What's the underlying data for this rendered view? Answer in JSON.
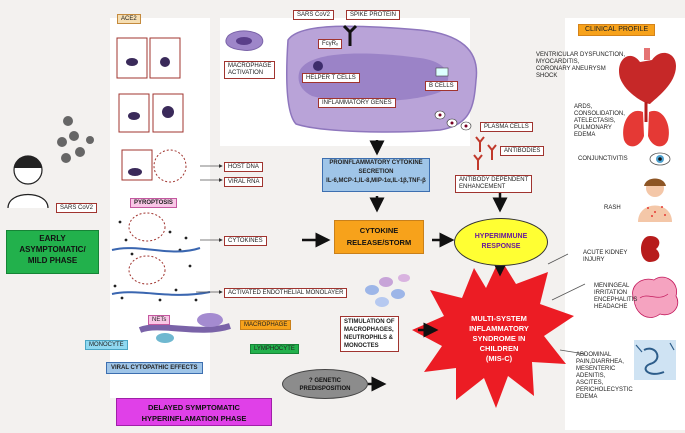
{
  "labels": {
    "ace2": "ACE2",
    "sars_cov2_top": "SARS CoV2",
    "spike_protein": "SPIKE PROTEIN",
    "fcyr": "FcγRₓ",
    "macrophage_activation": [
      "MACROPHAGE",
      "ACTIVATION"
    ],
    "helper_t_cells": "HELPER T CELLS",
    "b_cells": "B CELLS",
    "inflammatory_genes": "INFLAMMATORY GENES",
    "plasma_cells": "PLASMA CELLS",
    "antibodies": "ANTIBODIES",
    "ade": [
      "ANTIBODY DEPENDENT",
      "ENHANCEMENT"
    ],
    "clinical_profile": "CLINICAL PROFILE",
    "sars_cov2_left": "SARS CoV2",
    "early_phase": [
      "EARLY",
      "ASYMPTOMATIC/",
      "MILD PHASE"
    ],
    "pyroptosis": "PYROPTOSIS",
    "host_dna": "HOST DNA",
    "viral_rna": "VIRAL RNA",
    "proinflammatory": [
      "PROINFLAMMATORY CYTOKINE",
      "SECRETION",
      "IL-6,MCP-1,IL-8,MIP-1α,IL-1β,TNF-β"
    ],
    "cytokines": "CYTOKINES",
    "cytokine_storm": [
      "CYTOKINE",
      "RELEASE/STORM"
    ],
    "hyperimmune": [
      "HYPERIMMUNE",
      "RESPONSE"
    ],
    "endothelial": "ACTIVATED ENDOTHELIAL MONOLAYER",
    "nets": "NETs",
    "macrophage": "MACROPHAGE",
    "monocyte": "MONOCYTE",
    "lymphocyte": "LYMPHOCYTE",
    "stimulation": [
      "STIMULATION OF",
      "MACROPHAGES,",
      "NEUTROPHILS &",
      "MONOCTES"
    ],
    "viral_cytopathic": "VIRAL CYTOPATHIC EFFECTS",
    "genetic": [
      "? GENETIC",
      "PREDISPOSITION"
    ],
    "delayed_phase": [
      "DELAYED SYMPTOMATIC",
      "HYPERINFLAMATION  PHASE"
    ],
    "misc": [
      "MULTI-SYSTEM",
      "INFLAMMATORY",
      "SYNDROME IN",
      "CHILDREN",
      "(MIS-C)"
    ]
  },
  "clinical": {
    "heart": [
      "VENTRICULAR DYSFUNCTION,",
      "MYOCARDITIS,",
      "CORONARY ANEURYSM",
      "SHOCK"
    ],
    "lung": [
      "ARDS,",
      "CONSOLIDATION,",
      "ATELECTASIS,",
      "PULMONARY",
      "EDEMA"
    ],
    "eye": [
      "CONJUNCTIVITIS"
    ],
    "rash": [
      "RASH"
    ],
    "kidney": [
      "ACUTE KIDNEY",
      "INJURY"
    ],
    "brain": [
      "MENINGEAL",
      "IRRITATION",
      "ENCEPHALITIS",
      "HEADACHE"
    ],
    "abdomen": [
      "ABDOMINAL",
      "PAIN,DIARRHEA,",
      "MESENTERIC",
      "ADENITIS,",
      "ASCITES,",
      "PERICHOLECYSTIC",
      "EDEMA"
    ]
  },
  "colors": {
    "green": "#22b14c",
    "magenta": "#e040e8",
    "yellow": "#ffff33",
    "orange": "#f7a21b",
    "red": "#ec1c24",
    "blue_box": "#9fc5e8",
    "cyan": "#8fd8f0",
    "lavender": "#c9b3e6",
    "gray_oval": "#8c8c8c",
    "pink_box": "#f9c6e6"
  }
}
